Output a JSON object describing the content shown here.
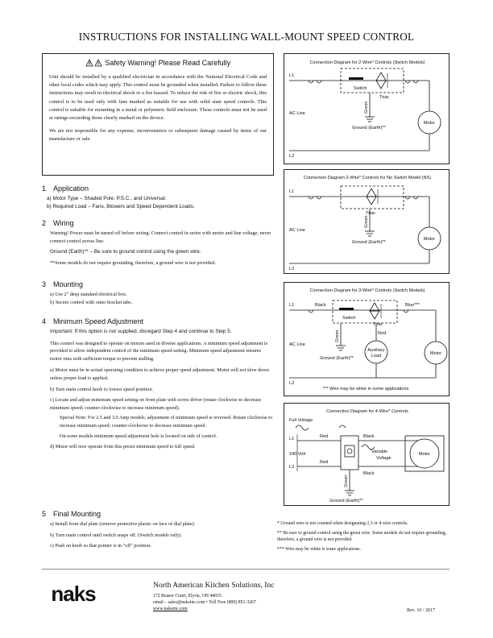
{
  "title": "INSTRUCTIONS FOR INSTALLING WALL-MOUNT SPEED CONTROL",
  "warning": {
    "heading": "Safety Warning! Please Read Carefully",
    "p1": "Unit should be installed by a qualified electrician in accordance with the National Electrical Code and other local codes which may apply. This control must be grounded when installed. Failure to follow these instructions may result in electrical shock or a fire hazard. To reduce the risk of fire or electric shock, this control is to be used only with fans marked as suitable for use with solid state speed controls. This control is suitable for mounting in a metal or polymeric field enclosure. These controls must not be used at ratings exceeding those clearly marked on the device.",
    "p2": "We are not responsible for any expense, inconvenience or subsequent damage caused by items of our manufacture or sale."
  },
  "sections": {
    "application": {
      "num": "1",
      "title": "Application",
      "a": "a)  Motor Type – Shaded Pole, P.S.C., and Universal.",
      "b": "b)  Required Load – Fans, Blowers and Speed Dependent Loads."
    },
    "wiring": {
      "num": "2",
      "title": "Wiring",
      "p1": "Warning! Power must be turned off before wiring. Connect control in series with motor and line voltage; never connect control across line.",
      "p2": "Ground (Earth)** – Be sure to ground control using the green wire.",
      "p3": "**Some models do not require grounding, therefore, a ground wire is not provided."
    },
    "mounting": {
      "num": "3",
      "title": "Mounting",
      "a": "a)  Use 2\" deep standard electrical box.",
      "b": "b)  Secure control with outer bracket tabs."
    },
    "minspeed": {
      "num": "4",
      "title": "Minimum Speed Adjustment",
      "important": "Important: If this option is not supplied, disregard Step 4 and continue to Step 5.",
      "p1": "This control was designed to operate on motors used in diverse applications. A minimum speed adjustment is provided to allow independent control of the minimum speed setting. Minimum speed adjustment ensures motor runs with sufficient torque to prevent stalling.",
      "a": "a)  Motor must be in actual operating condition to achieve proper speed adjustment. Motor will not slow down unless proper load is applied.",
      "b": "b)  Turn main control knob to lowest speed position.",
      "c": "c)  Locate and adjust minimum speed setting on front plate with screw driver (rotate clockwise to decrease minimum speed; counter-clockwise to increase minimum speed).",
      "special": "Special Note: For 2.5 and 3.0 Amp models, adjustment of minimum speed is reversed. Rotate clockwise to increase minimum speed; counter-clockwise to decrease minimum speed.",
      "side": "On some models minimum speed adjustment hole is located on side of control.",
      "d": "d)  Motor will now operate from this preset minimum speed to full speed."
    },
    "final": {
      "num": "5",
      "title": "Final Mounting",
      "a": "a)  Install front dial plate (remove protective plastic on face of dial plate).",
      "b": "b)  Turn main control until switch snaps off. (Switch models only).",
      "c": "c)  Push on knob so that pointer is in \"off\" position."
    }
  },
  "diagrams": {
    "d1": {
      "title": "Connection Diagram for 2-Wire* Controls (Switch Models)",
      "l1": "L1",
      "l2": "L2",
      "ac": "AC Line",
      "switch": "Switch",
      "triac": "Triac",
      "green": "Green",
      "ground": "Ground (Earth)**",
      "motor": "Motor"
    },
    "d2": {
      "title": "Connection Diagram 2-Wire* Controls for No Switch Model (NS)",
      "l1": "L1",
      "l2": "L2",
      "ac": "AC Line",
      "triac": "Triac",
      "green": "Green",
      "ground": "Ground (Earth)**",
      "motor": "Motor"
    },
    "d3": {
      "title": "Connection Diagram for 3-Wire* Controls (Switch Models)",
      "l1": "L1",
      "l2": "L2",
      "ac": "AC Line",
      "black": "Black",
      "blue": "Blue***",
      "switch": "Switch",
      "triac": "Triac",
      "red": "Red",
      "green": "Green",
      "ground": "Ground (Earth)**",
      "aux": "Auxiliary",
      "load": "Load",
      "motor": "Motor",
      "note": "*** Wire may be white in some applications"
    },
    "d4": {
      "title": "Connection Diagram for 4-Wire* Controls",
      "full": "Full Voltage",
      "l1": "L1",
      "l2": "L2",
      "v240": "240 Volt",
      "red": "Red",
      "black": "Black",
      "variable": "Variable",
      "voltage": "Voltage",
      "green": "Green",
      "ground": "Ground (Earth)**",
      "motor": "Motor"
    }
  },
  "notes": {
    "n1": "* Ground wire is not counted when designating 2,3 or 4 wire controls.",
    "n2": "** Be sure to ground control using the green wire. Some models do not require grounding, therefore, a ground wire is not provided.",
    "n3": "*** Wire may be white is some applications."
  },
  "footer": {
    "logo": "naks",
    "company": "North American Kitchen Solutions, Inc",
    "address": "172 Reaser Court, Elyria, OH  44035",
    "contact": "email – sales@naksinc.com • Toll Free (800) 851-3267",
    "web": "www.naksinc.com",
    "rev": "Rev. 10 / 2017"
  }
}
